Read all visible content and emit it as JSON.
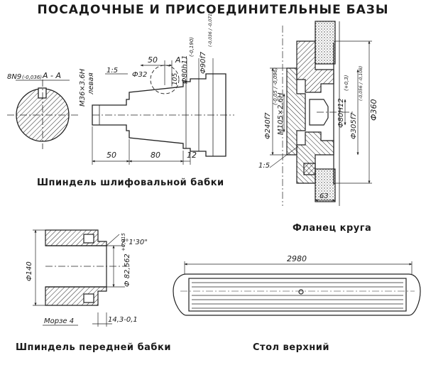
{
  "title": "ПОСАДОЧНЫЕ И ПРИСОЕДИНИТЕЛЬНЫЕ БАЗЫ",
  "captions": {
    "grinding_spindle": "Шпиндель шлифовальной бабки",
    "wheel_flange": "Фланец круга",
    "front_spindle": "Шпиндель передней бабки",
    "upper_table": "Стол верхний"
  },
  "grinding_spindle": {
    "section_label": "А - А",
    "key_slot": "8N9",
    "key_slot_tol": "(-0,036)",
    "thread": "M36×3.6Н",
    "thread_note": "левая",
    "taper": "1:5",
    "d_taper": "Ф32",
    "d80": "Ф80h11",
    "d80_tol": "(-0,190)",
    "d90": "Ф90f7",
    "d90_tol": "(-0,036 / -0,071)",
    "dim_50_top": "50",
    "dim_50_bottom": "50",
    "dim_80": "80",
    "dim_12": "12",
    "dim_105": "105",
    "view_a": "A"
  },
  "wheel_flange": {
    "d240": "Ф240f7",
    "d240_tol": "(-0,05 / -0,096)",
    "thread": "M105×2.6Н",
    "d80": "Ф80Н12",
    "d80_tol": "(+0,3)",
    "d305": "Ф305f7",
    "d305_tol": "(-0,056 / -0,108)",
    "d360": "Ф360",
    "taper": "1:5",
    "dim_63": "63"
  },
  "front_spindle": {
    "angle": "7°1'30\"",
    "d140": "Ф140",
    "d82": "Ф 82,562",
    "d82_tol": "+0,015",
    "morse": "Морзе 4",
    "dim_14": "14,3-0,1"
  },
  "upper_table": {
    "length": "2980"
  }
}
